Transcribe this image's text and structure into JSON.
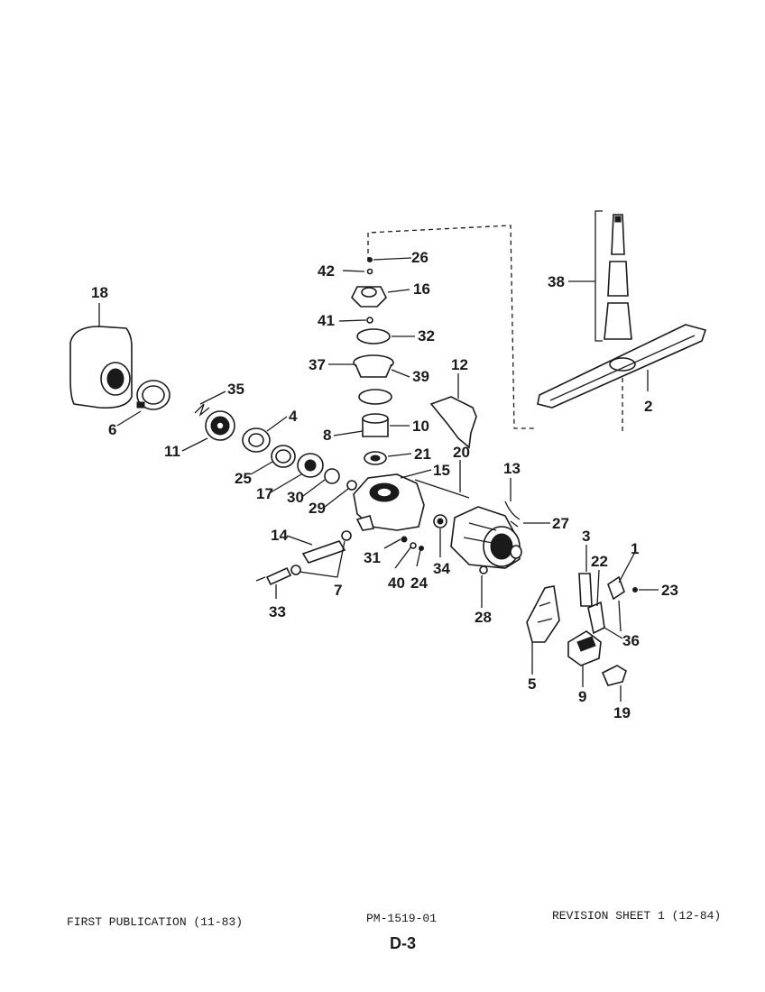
{
  "diagram": {
    "part_labels": {
      "p1": "1",
      "p2": "2",
      "p3": "3",
      "p4": "4",
      "p5": "5",
      "p6": "6",
      "p7": "7",
      "p8": "8",
      "p9": "9",
      "p10": "10",
      "p11": "11",
      "p12": "12",
      "p13": "13",
      "p14": "14",
      "p15": "15",
      "p16": "16",
      "p17": "17",
      "p18": "18",
      "p19": "19",
      "p20": "20",
      "p21": "21",
      "p22": "22",
      "p23": "23",
      "p24": "24",
      "p25": "25",
      "p26": "26",
      "p27": "27",
      "p28": "28",
      "p29": "29",
      "p30": "30",
      "p31": "31",
      "p32": "32",
      "p33": "33",
      "p34": "34",
      "p35": "35",
      "p36": "36",
      "p37": "37",
      "p38": "38",
      "p39": "39",
      "p40": "40",
      "p41": "41",
      "p42": "42"
    }
  },
  "footer": {
    "left": "FIRST PUBLICATION (11-83)",
    "center": "PM-1519-01",
    "right": "REVISION SHEET 1 (12-84)",
    "page": "D-3"
  }
}
